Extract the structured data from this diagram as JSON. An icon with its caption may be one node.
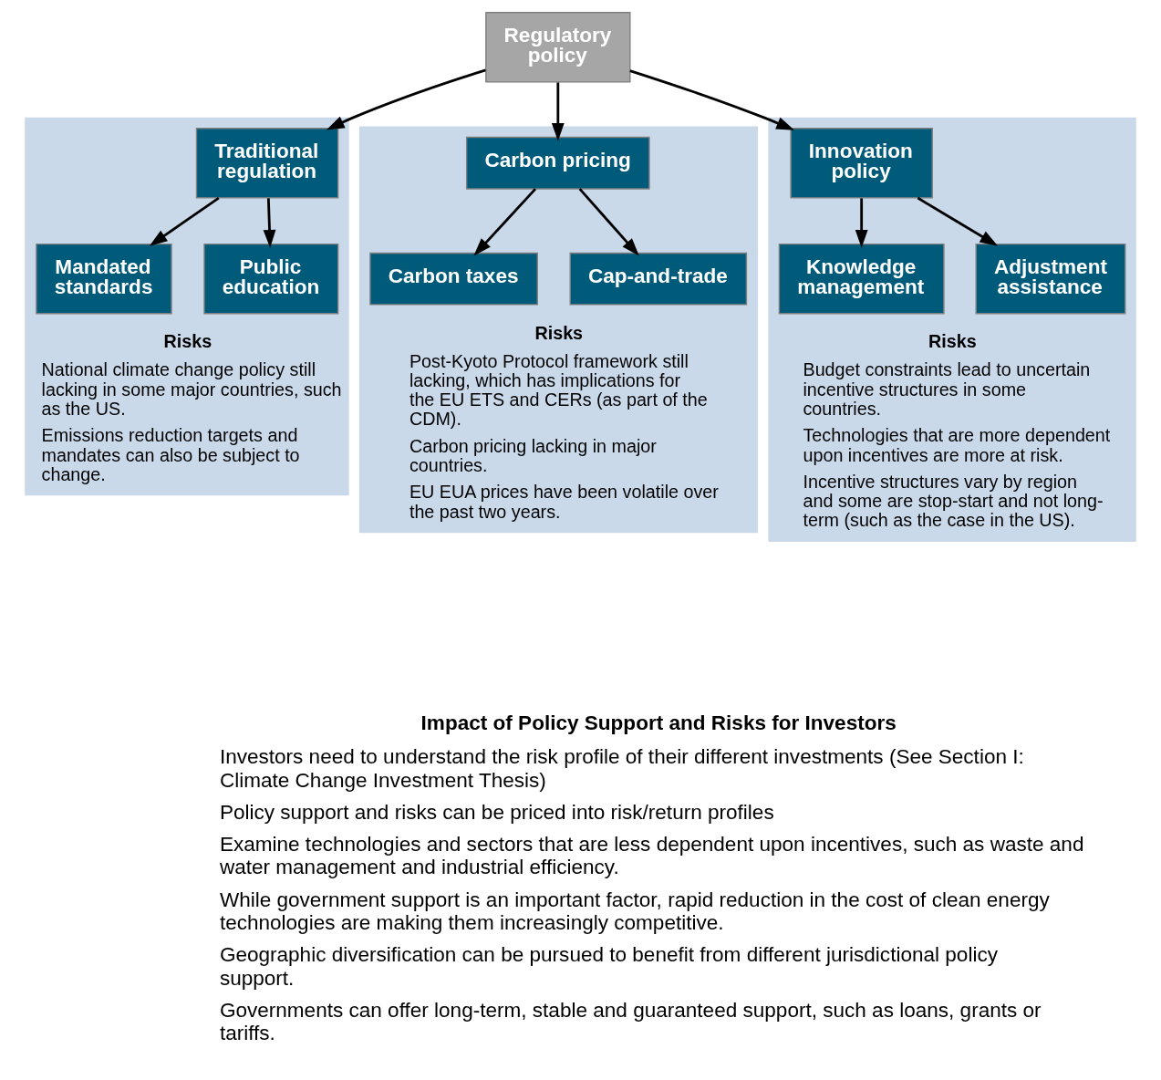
{
  "diagram": {
    "nodes": [
      {
        "text": [
          "Regulatory policy"
        ]
      },
      {
        "text": [
          "Risks",
          "National climate change policy still lacking in some major countries, such as the US.",
          "Emissions reduction targets and mandates can also be subject to change."
        ]
      },
      {
        "text": [
          "Traditional regulation"
        ],
        "in": 1
      },
      {
        "text": [
          "Mandated standards"
        ],
        "in": 1
      },
      {
        "text": [
          "Public education"
        ],
        "in": 1
      },
      {
        "text": [
          "Risks",
          "Post-Kyoto Protocol framework still lacking, which has implications for the EU ETS and CERs (as part of the CDM).",
          "Carbon pricing lacking in major countries.",
          "EU EUA prices have been volatile over the past two years."
        ]
      },
      {
        "text": [
          "Carbon pricing"
        ],
        "in": 5
      },
      {
        "text": [
          "Carbon taxes"
        ],
        "in": 5
      },
      {
        "text": [
          "Cap-and-trade"
        ],
        "in": 5
      },
      {
        "text": [
          "Risks",
          "Budget constraints lead to uncertain incentive structures in some countries.",
          "Technologies that are more dependent upon incentives are more at risk.",
          "Incentive structures vary by region and some are stop-start and not long-term (such as the case in the US)."
        ]
      },
      {
        "text": [
          "Innovation policy"
        ],
        "in": 9
      },
      {
        "text": [
          "Knowledge management"
        ],
        "in": 9
      },
      {
        "text": [
          "Adjustment assistance"
        ],
        "in": 9
      }
    ],
    "edges": [
      {
        "from": 0,
        "to": 2,
        "arrow": "to"
      },
      {
        "from": 0,
        "to": 6,
        "arrow": "to"
      },
      {
        "from": 0,
        "to": 10,
        "arrow": "to"
      },
      {
        "from": 2,
        "to": 3,
        "arrow": "to"
      },
      {
        "from": 2,
        "to": 4,
        "arrow": "to"
      },
      {
        "from": 6,
        "to": 7,
        "arrow": "to"
      },
      {
        "from": 6,
        "to": 8,
        "arrow": "to"
      },
      {
        "from": 10,
        "to": 11,
        "arrow": "to"
      },
      {
        "from": 10,
        "to": 12,
        "arrow": "to"
      }
    ],
    "labels": [
      "Impact of Policy Support and Risks for Investors",
      "Investors need to understand the risk profile of their different investments (See Section I: Climate Change Investment Thesis)",
      "Policy support and risks can be priced into risk/return profiles",
      "Examine technologies and sectors that are less dependent upon incentives, such as waste and water management and industrial efficiency.",
      "While government support is an important factor, rapid reduction in the cost of clean energy technologies are making them increasingly competitive.",
      "Geographic diversification can be pursued to benefit from different jurisdictional policy support.",
      "Governments can offer long-term, stable and guaranteed support, such as loans, grants or tariffs."
    ]
  }
}
